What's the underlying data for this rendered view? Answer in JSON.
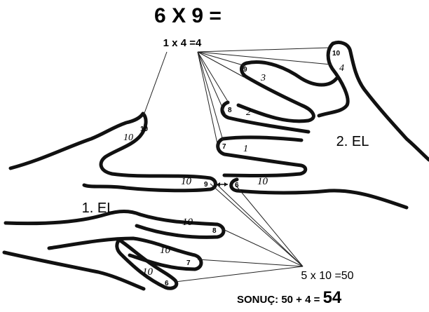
{
  "title": "6 X 9 =",
  "top_equation": "1 x 4 =4",
  "bottom_equation": "5 x 10 =50",
  "result": {
    "label": "SONUÇ: 50 + 4 = ",
    "value": "54"
  },
  "hand_left_label": "1. EL",
  "hand_right_label": "2. EL",
  "left_fingers": [
    {
      "number": "10",
      "value": "10"
    },
    {
      "number": "9",
      "value": "10"
    },
    {
      "number": "8",
      "value": "10"
    },
    {
      "number": "7",
      "value": "10"
    },
    {
      "number": "6",
      "value": "10"
    }
  ],
  "right_fingers": [
    {
      "number": "10",
      "value": "4"
    },
    {
      "number": "9",
      "value": "3"
    },
    {
      "number": "8",
      "value": "2"
    },
    {
      "number": "7",
      "value": "1"
    },
    {
      "number": "6",
      "value": "10"
    }
  ]
}
